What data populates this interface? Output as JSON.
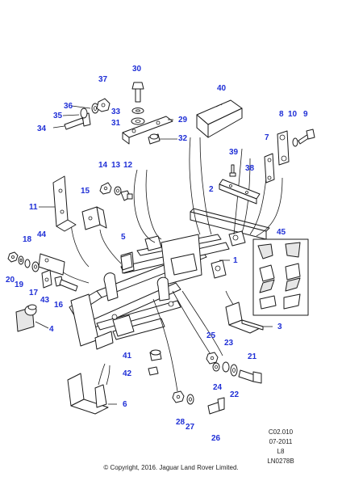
{
  "callouts": {
    "c1": "1",
    "c2": "2",
    "c3": "3",
    "c4": "4",
    "c5": "5",
    "c6": "6",
    "c7": "7",
    "c8": "8",
    "c9": "9",
    "c10": "10",
    "c11": "11",
    "c12": "12",
    "c13": "13",
    "c14": "14",
    "c15": "15",
    "c16": "16",
    "c17": "17",
    "c18": "18",
    "c19": "19",
    "c20": "20",
    "c21": "21",
    "c22": "22",
    "c23": "23",
    "c24": "24",
    "c25": "25",
    "c26": "26",
    "c27": "27",
    "c28": "28",
    "c29": "29",
    "c30": "30",
    "c31": "31",
    "c32": "32",
    "c33": "33",
    "c34": "34",
    "c35": "35",
    "c36": "36",
    "c37": "37",
    "c38": "38",
    "c39": "39",
    "c40": "40",
    "c41": "41",
    "c42": "42",
    "c43": "43",
    "c44": "44",
    "c45": "45"
  },
  "reference": {
    "section": "C02.010",
    "date": "07-2011",
    "level": "L8",
    "illustration": "LN0278B"
  },
  "copyright": "© Copyright, 2016. Jaguar Land Rover Limited.",
  "colors": {
    "callout": "#1f2fd6",
    "line": "#1a1a1a"
  }
}
